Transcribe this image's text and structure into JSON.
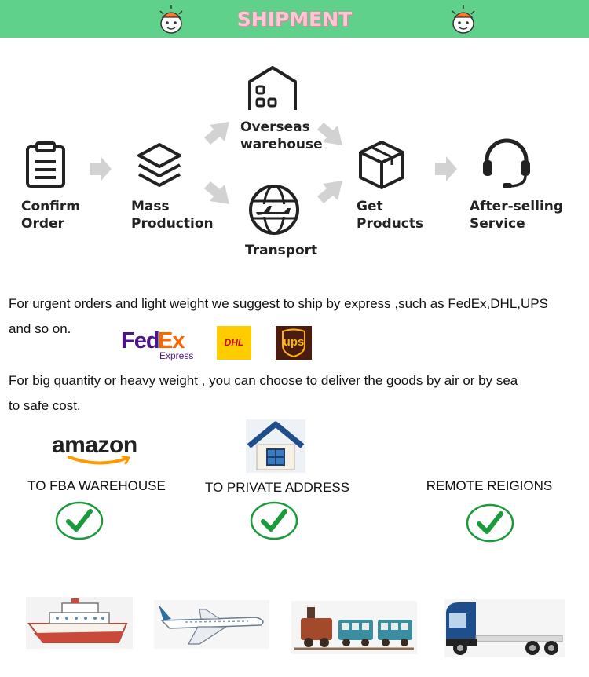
{
  "banner": {
    "title": "SHIPMENT"
  },
  "flow": {
    "confirm_order": "Confirm\nOrder",
    "mass_production": "Mass\nProduction",
    "overseas_warehouse": "Overseas\nwarehouse",
    "transport": "Transport",
    "get_products": "Get\nProducts",
    "after_selling": "After-selling\nService"
  },
  "text": {
    "express_line1": "For urgent orders and light weight we suggest to ship by express ,such as FedEx,DHL,UPS",
    "express_line2": "and so on.",
    "bulk_line1": "For big quantity or heavy weight , you can choose to deliver the goods by air or by sea",
    "bulk_line2": "to safe cost."
  },
  "logos": {
    "fedex_fed": "Fed",
    "fedex_ex": "Ex",
    "fedex_express": "Express",
    "dhl": "DHL",
    "ups": "ups",
    "amazon": "amazon"
  },
  "destinations": {
    "fba": "TO FBA WAREHOUSE",
    "private": "TO PRIVATE ADDRESS",
    "remote": "REMOTE REIGIONS"
  },
  "colors": {
    "banner": "#5fd18b",
    "check_green": "#1a9a3a",
    "fedex_purple": "#4d148c",
    "fedex_orange": "#ff6600",
    "dhl_yellow": "#ffcc00",
    "dhl_red": "#d40511",
    "ups_brown": "#4b1c0e",
    "ups_gold": "#ffb500"
  },
  "icons": [
    "clipboard-icon",
    "layers-icon",
    "warehouse-icon",
    "globe-plane-icon",
    "box-icon",
    "headset-icon",
    "check-icon",
    "house-icon",
    "ship-icon",
    "airplane-icon",
    "train-icon",
    "truck-icon"
  ]
}
